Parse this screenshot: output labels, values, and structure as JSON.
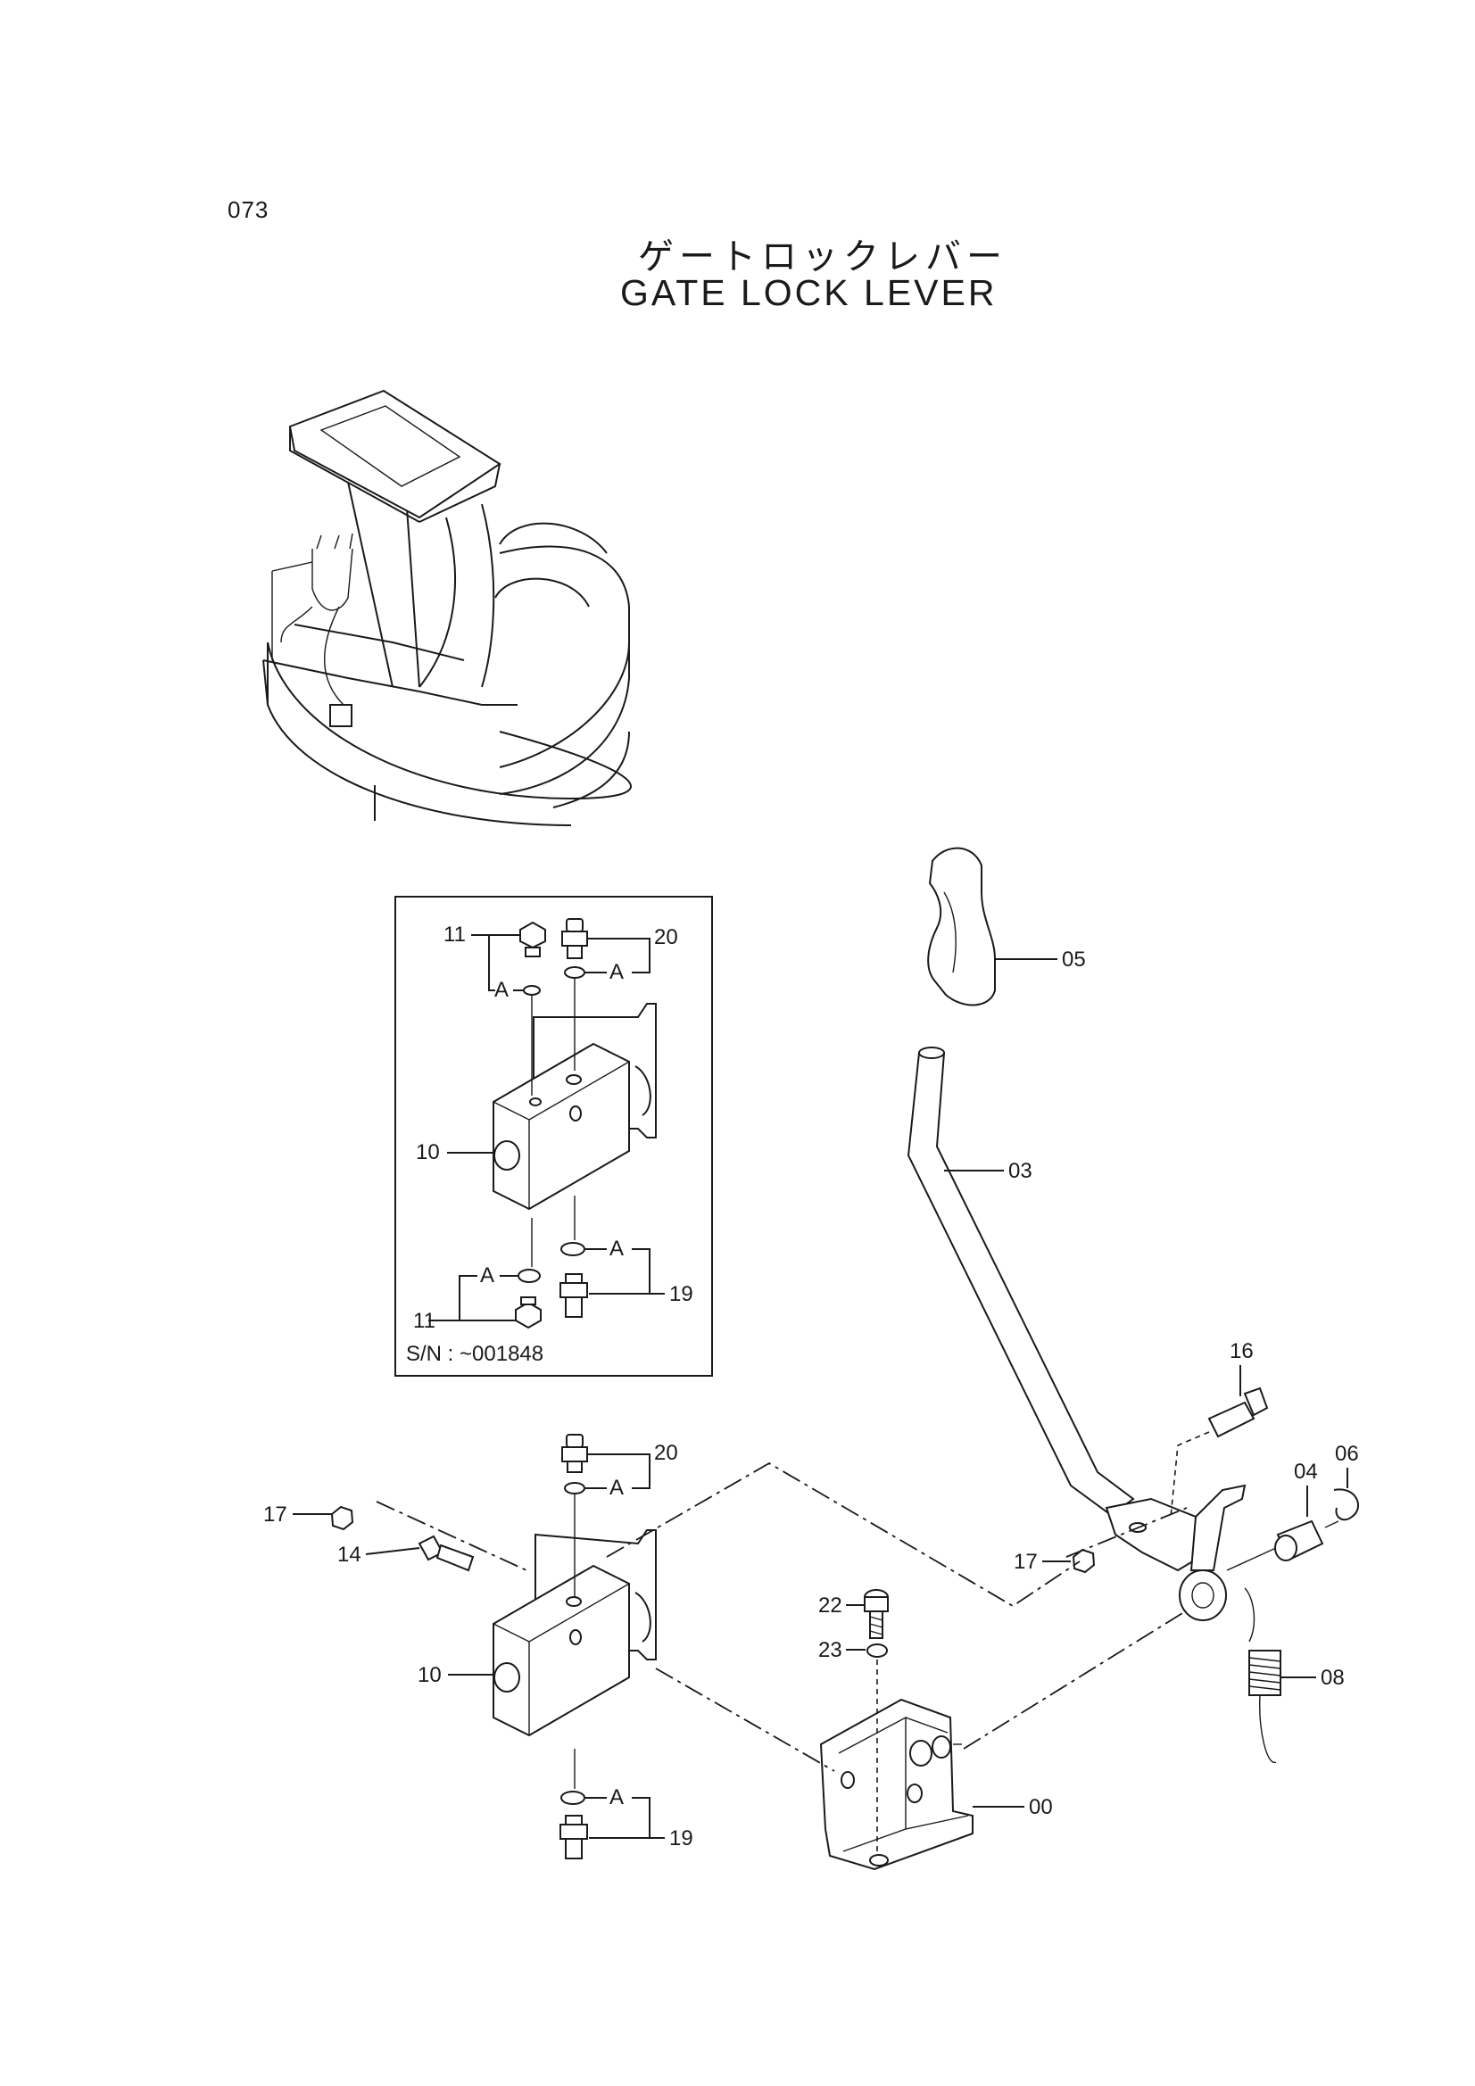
{
  "page_number": "073",
  "title_jp": "ゲートロックレバー",
  "title_en": "GATE LOCK LEVER",
  "inset": {
    "serial_note": "S/N : ~001848",
    "labels": {
      "p11_top": "11",
      "p20": "20",
      "a_tl": "A",
      "a_tr": "A",
      "p10": "10",
      "a_bl": "A",
      "a_br": "A",
      "p19": "19",
      "p11_bot": "11"
    }
  },
  "main": {
    "labels": {
      "p05": "05",
      "p03": "03",
      "p16": "16",
      "p06": "06",
      "p04": "04",
      "p17_right": "17",
      "p08": "08",
      "p00": "00",
      "p22": "22",
      "p23": "23",
      "p20": "20",
      "a_top": "A",
      "p17_left": "17",
      "p14": "14",
      "p10": "10",
      "a_bot": "A",
      "p19": "19"
    }
  }
}
